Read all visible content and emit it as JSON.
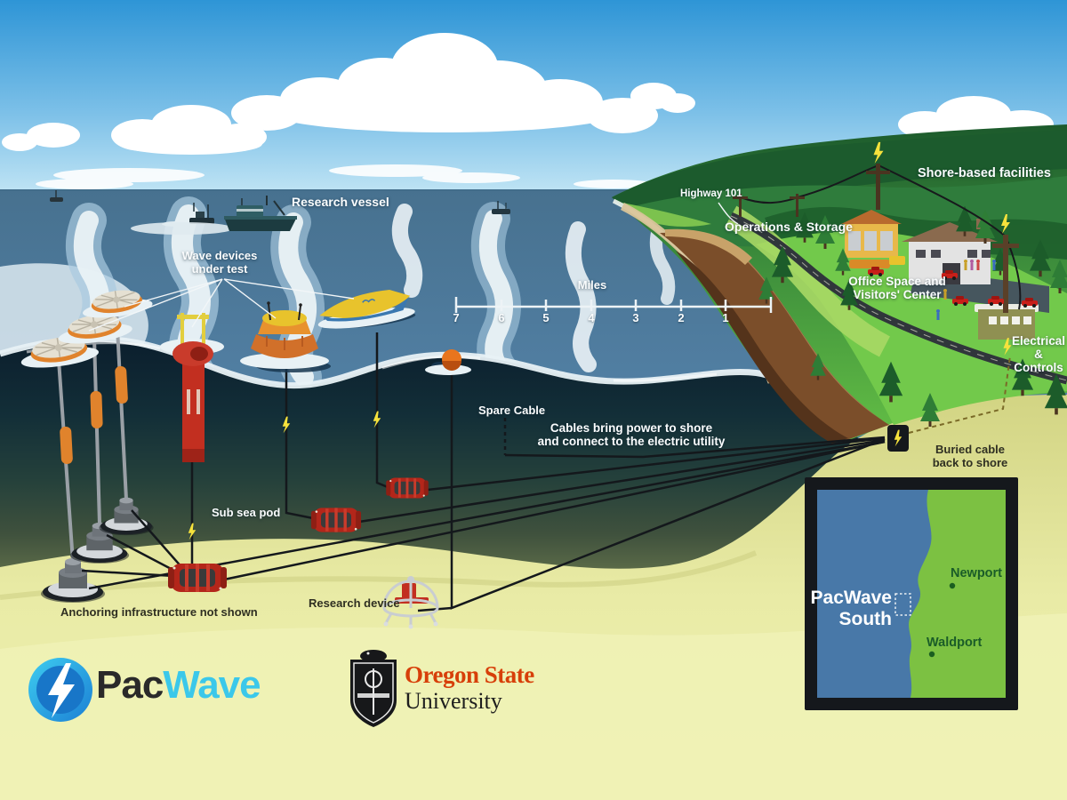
{
  "title": "PacWave South wave energy test site illustration",
  "labels": {
    "research_vessel": "Research vessel",
    "wave_devices": "Wave devices\nunder test",
    "highway": "Highway 101",
    "operations_storage": "Operations & Storage",
    "shore_based_facilities": "Shore-based facilities",
    "office_space": "Office Space and\nVisitors' Center",
    "electrical_controls": "Electrical\n& Controls",
    "spare_cable": "Spare Cable",
    "cables_power": "Cables bring power to shore\nand connect to the electric utility",
    "buried_cable": "Buried cable\nback to shore",
    "sub_sea_pod": "Sub sea pod",
    "research_device": "Research device",
    "anchoring_note": "Anchoring infrastructure not shown"
  },
  "scale_bar": {
    "title": "Miles",
    "ticks": [
      "7",
      "6",
      "5",
      "4",
      "3",
      "2",
      "1"
    ]
  },
  "inset_map": {
    "site_label": "PacWave\nSouth",
    "towns": [
      {
        "name": "Newport"
      },
      {
        "name": "Waldport"
      }
    ]
  },
  "logos": {
    "pacwave": {
      "part1": "Pac",
      "part2": "Wave"
    },
    "osu": {
      "line1": "Oregon State",
      "line2": "University"
    }
  },
  "colors": {
    "sky_top": "#2E95D6",
    "ocean": "#4E7EA6",
    "underwater_deep": "#0B1E2D",
    "seafloor_sand": "#EDEFAD",
    "land_green": "#5FB83F",
    "cliff_brown": "#7B4E2A",
    "device_red": "#C22F20",
    "device_orange": "#E0832C",
    "device_yellow": "#E8C32C",
    "cable_black": "#14181C",
    "bolt_yellow": "#F6E23C",
    "map_ocean": "#4878A8",
    "map_land": "#7CC142",
    "map_town_green": "#1A5C28",
    "pacwave_cyan": "#3BC8EA",
    "osu_orange": "#D73F09"
  }
}
